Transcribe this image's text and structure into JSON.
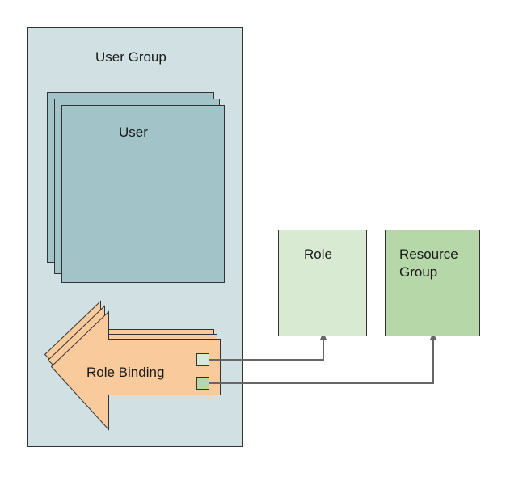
{
  "user_group": {
    "label": "User Group"
  },
  "user": {
    "label": "User"
  },
  "role_binding": {
    "label": "Role Binding"
  },
  "role": {
    "label": "Role"
  },
  "resource_group": {
    "label_line1": "Resource",
    "label_line2": "Group"
  },
  "colors": {
    "user_group_fill": "#d0e0e3",
    "user_fill": "#a2c4c9",
    "role_binding_fill": "#f9cb9c",
    "role_fill": "#d9ead3",
    "resource_group_fill": "#b6d7a8",
    "connector": "#666666",
    "outline": "#333333"
  }
}
